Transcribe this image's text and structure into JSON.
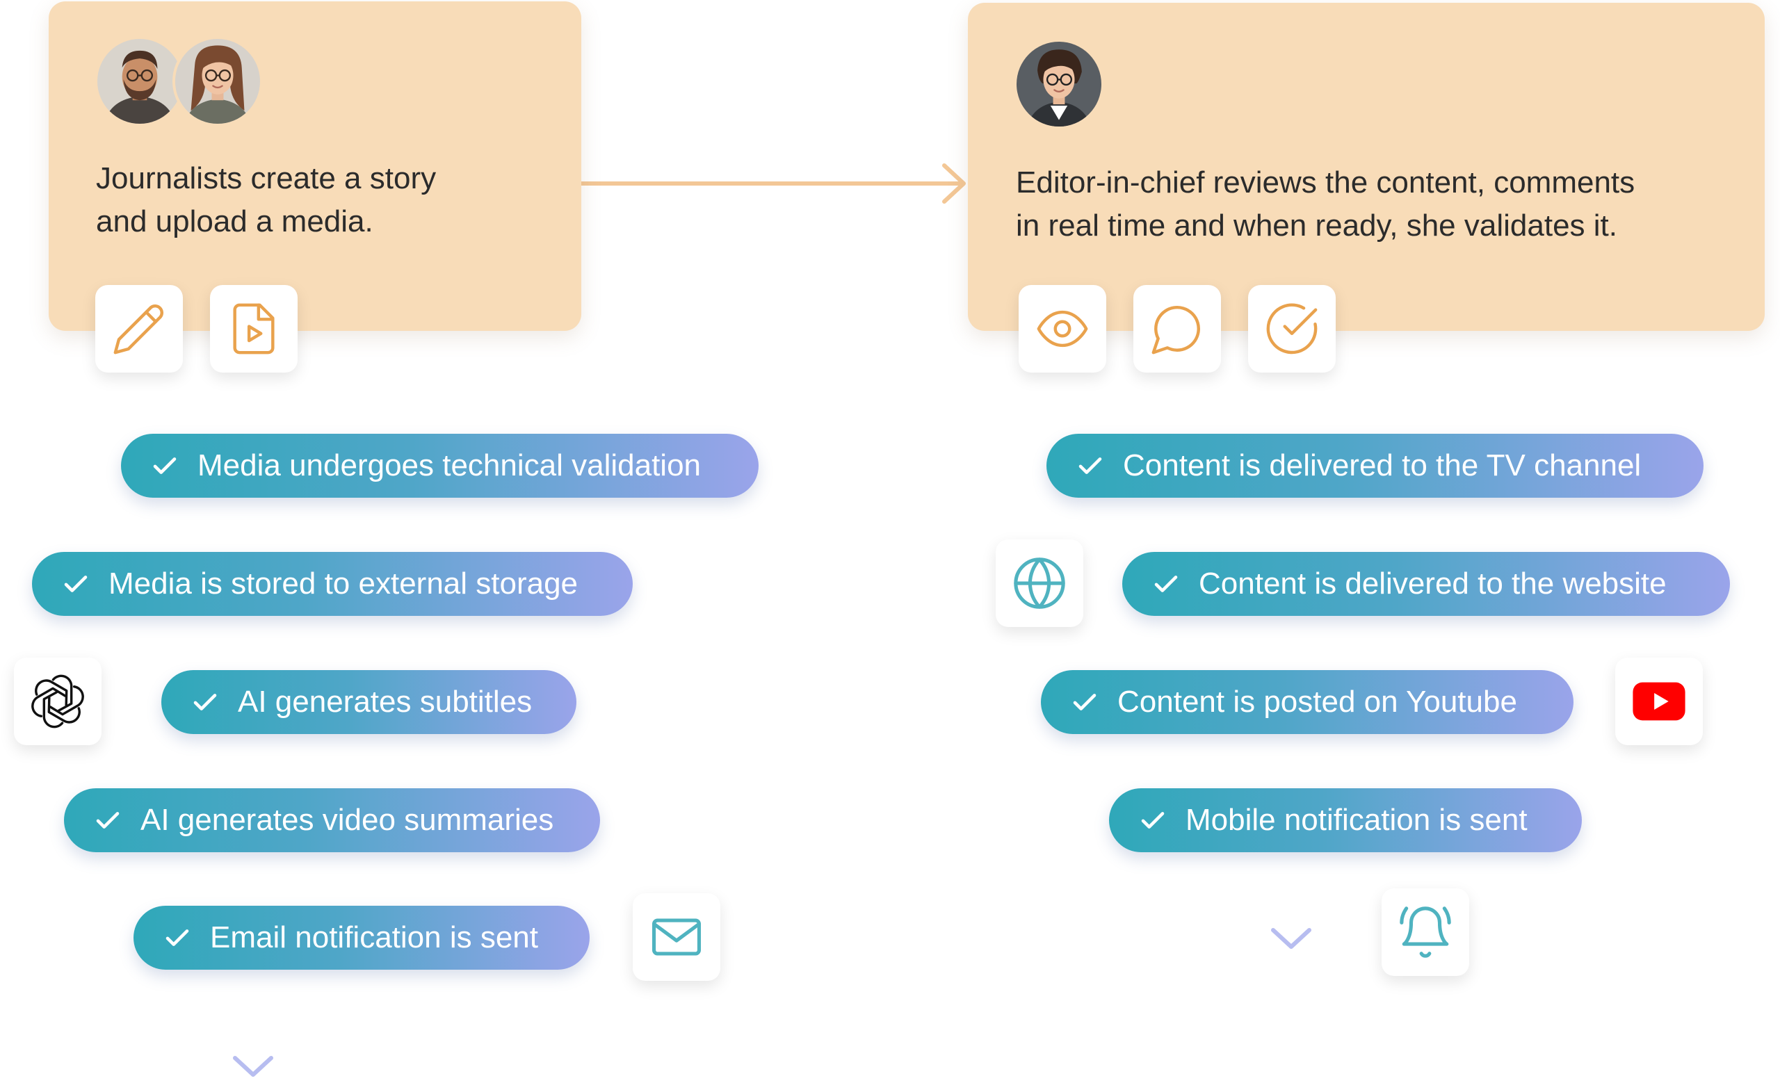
{
  "colors": {
    "card_bg": "#f8dcb8",
    "orange_accent": "#e9a24d",
    "connector_orange": "#f3c796",
    "teal_line": "#8fd0d8",
    "lavender_line": "#b7bdf0",
    "pill_gradient_start": "#2fa8b9",
    "pill_gradient_end": "#9aa4ea",
    "teal_icon": "#4fb3c0",
    "youtube_red": "#ff0000"
  },
  "left_card": {
    "avatars": [
      "man-with-glasses-avatar",
      "woman-with-glasses-avatar"
    ],
    "text": "Journalists create a story\nand upload a media.",
    "icons": [
      "pencil-icon",
      "video-file-icon"
    ]
  },
  "right_card": {
    "avatars": [
      "woman-with-glasses-avatar"
    ],
    "text": "Editor-in-chief reviews the content, comments\nin real time and when ready, she validates it.",
    "icons": [
      "eye-icon",
      "comment-icon",
      "check-circle-icon"
    ]
  },
  "left_steps": [
    "Media undergoes technical validation",
    "Media is stored to external storage",
    "AI generates subtitles",
    "AI generates video summaries",
    "Email notification is sent"
  ],
  "right_steps": [
    "Content is delivered to the TV channel",
    "Content is delivered to the website",
    "Content is posted on Youtube",
    "Mobile notification is sent"
  ],
  "side_icons": [
    "openai-logo-icon",
    "mail-icon",
    "globe-icon",
    "youtube-logo-icon",
    "bell-icon"
  ]
}
